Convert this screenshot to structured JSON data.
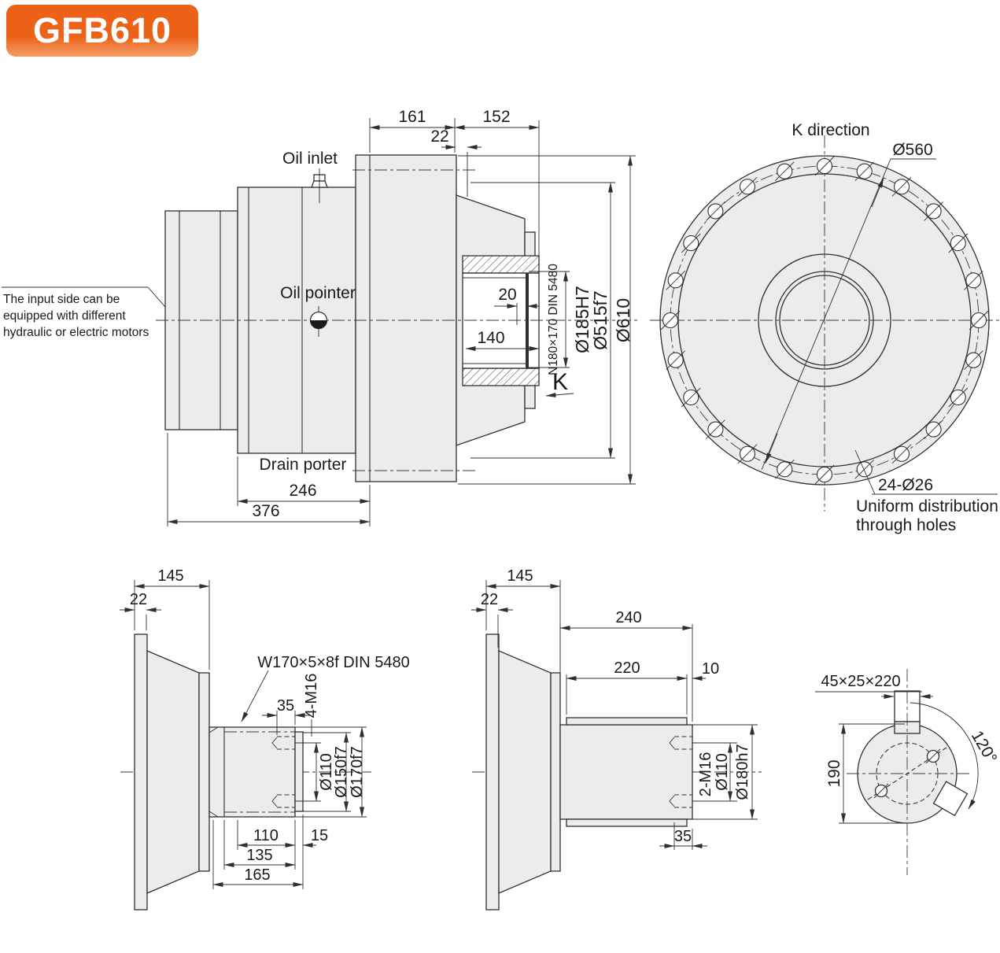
{
  "logo": {
    "text": "GFB610"
  },
  "note": {
    "l1": "The input side can be",
    "l2": "equipped with different",
    "l3": "hydraulic or electric motors"
  },
  "main": {
    "oil_inlet": "Oil inlet",
    "oil_pointer": "Oil pointer",
    "drain_porter": "Drain porter",
    "d161": "161",
    "d152": "152",
    "d22": "22",
    "d20": "20",
    "d140": "140",
    "d246": "246",
    "d376": "376",
    "spline": "N180×170 DIN 5480",
    "bore": "Ø185H7",
    "flange_dia": "Ø515f7",
    "outer_dia": "Ø610",
    "k": "K"
  },
  "kview": {
    "title": "K direction",
    "bolt_circle": "Ø560",
    "holes_label": "24-Ø26",
    "note1": "Uniform distribution",
    "note2": "through holes",
    "hole_count": 24
  },
  "out1": {
    "d145": "145",
    "d22": "22",
    "spline": "W170×5×8f DIN 5480",
    "d35": "35",
    "m16": "4-M16",
    "d110": "Ø110",
    "d150": "Ø150f7",
    "d170": "Ø170f7",
    "b110": "110",
    "b135": "135",
    "b165": "165",
    "b15": "15"
  },
  "out2": {
    "d145": "145",
    "d22": "22",
    "d240": "240",
    "d220": "220",
    "d10": "10",
    "d35": "35",
    "m16": "2-M16",
    "d110": "Ø110",
    "d180": "Ø180h7"
  },
  "key": {
    "label": "45×25×220",
    "angle": "120°",
    "d190": "190"
  }
}
